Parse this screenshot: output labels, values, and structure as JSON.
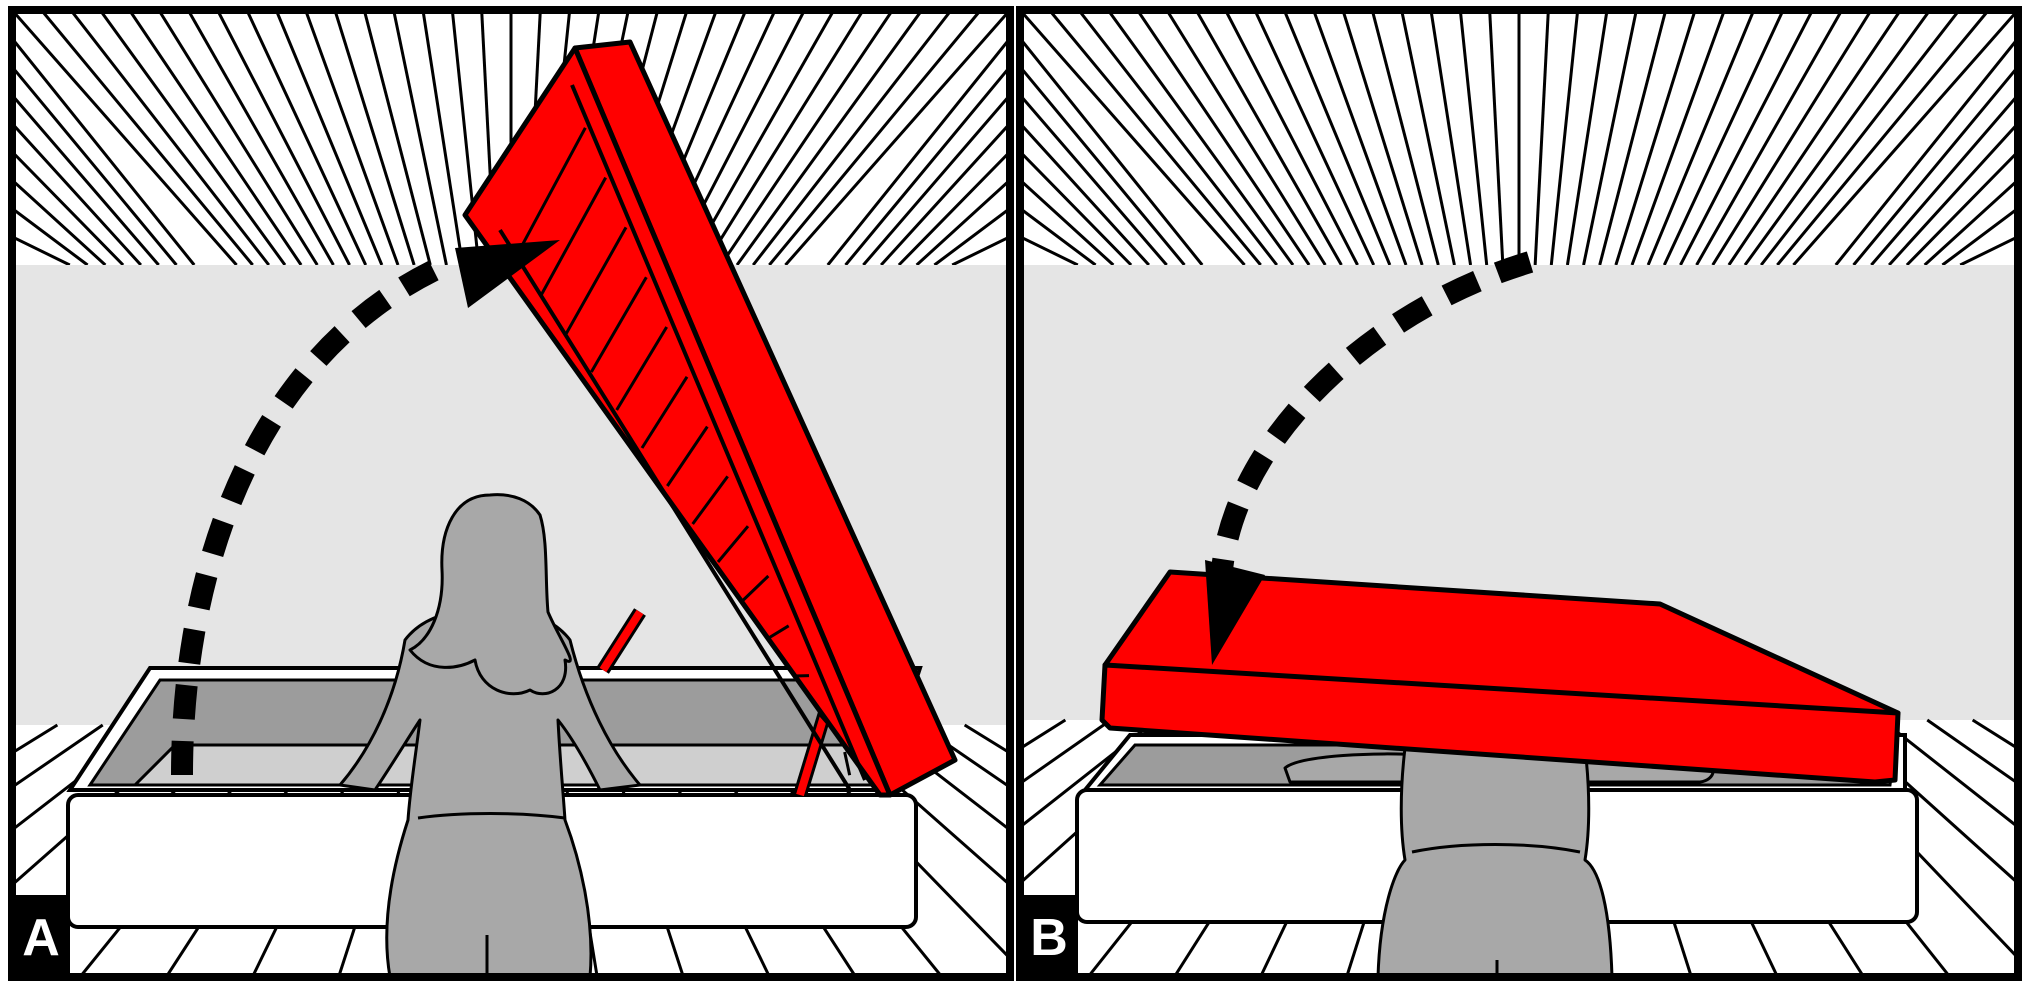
{
  "panels": [
    {
      "id": "A",
      "label": "A"
    },
    {
      "id": "B",
      "label": "B"
    }
  ],
  "colors": {
    "mattress": "#ff0000",
    "outline": "#000000",
    "wall": "#e5e5e5",
    "figure": "#a8a8a8",
    "box_interior": "#9c9c9c",
    "box_floor": "#cfcfcf",
    "background": "#ffffff"
  }
}
